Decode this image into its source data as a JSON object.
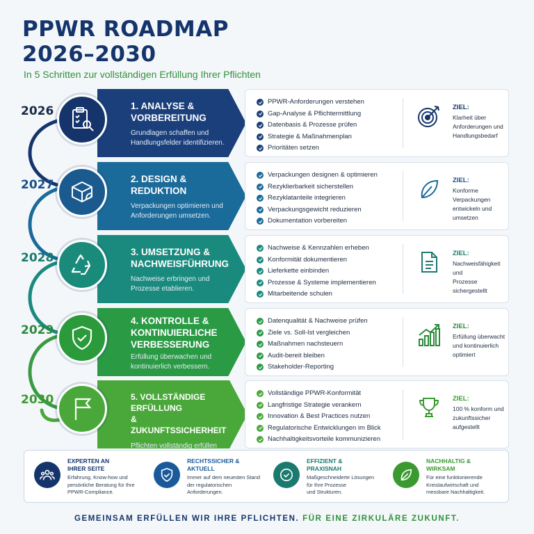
{
  "header": {
    "title_line1": "PPWR ROADMAP",
    "title_line2": "2026–2030",
    "subtitle": "In 5 Schritten zur vollständigen Erfüllung Ihrer Pflichten"
  },
  "steps": [
    {
      "year": "2026",
      "title": "1. ANALYSE &\nVORBEREITUNG",
      "desc": "Grundlagen schaffen und\nHandlungsfelder identifizieren.",
      "items": [
        "PPWR-Anforderungen verstehen",
        "Gap-Analyse & Pflichtermittlung",
        "Datenbasis & Prozesse prüfen",
        "Strategie & Maßnahmenplan",
        "Prioritäten setzen"
      ],
      "goal_label": "ZIEL:",
      "goal_text": "Klarheit über\nAnforderungen und\nHandlungsbedarf",
      "icon": "clipboard-search-icon",
      "goal_icon": "target-icon",
      "color": "#1a3f7a",
      "year_color": "#14346b"
    },
    {
      "year": "2027",
      "title": "2. DESIGN &\nREDUKTION",
      "desc": "Verpackungen optimieren und\nAnforderungen umsetzen.",
      "items": [
        "Verpackungen designen & optimieren",
        "Rezyklierbarkeit sicherstellen",
        "Rezyklatanteile integrieren",
        "Verpackungsgewicht reduzieren",
        "Dokumentation vorbereiten"
      ],
      "goal_label": "ZIEL:",
      "goal_text": "Konforme Verpackungen\nentwickeln und\numsetzen",
      "icon": "box-leaf-icon",
      "goal_icon": "leaf-icon",
      "color": "#1a6a9a",
      "year_color": "#1a4f8a"
    },
    {
      "year": "2028",
      "title": "3. UMSETZUNG &\nNACHWEISFÜHRUNG",
      "desc": "Nachweise erbringen und\nProzesse etablieren.",
      "items": [
        "Nachweise & Kennzahlen erheben",
        "Konformität dokumentieren",
        "Lieferkette einbinden",
        "Prozesse & Systeme implementieren",
        "Mitarbeitende schulen"
      ],
      "goal_label": "ZIEL:",
      "goal_text": "Nachweisfähigkeit und\nProzesse\nsichergestellt",
      "icon": "recycle-icon",
      "goal_icon": "document-icon",
      "color": "#1a8a7e",
      "year_color": "#1a7a6e"
    },
    {
      "year": "2029",
      "title": "4. KONTROLLE &\nKONTINUIERLICHE\nVERBESSERUNG",
      "desc": "Erfüllung überwachen und\nkontinuierlich verbessern.",
      "items": [
        "Datenqualität & Nachweise prüfen",
        "Ziele vs. Soll-Ist vergleichen",
        "Maßnahmen nachsteuern",
        "Audit-bereit bleiben",
        "Stakeholder-Reporting"
      ],
      "goal_label": "ZIEL:",
      "goal_text": "Erfüllung überwacht\nund kontinuierlich\noptimiert",
      "icon": "shield-check-icon",
      "goal_icon": "growth-chart-icon",
      "color": "#2a9a44",
      "year_color": "#2a8a3a"
    },
    {
      "year": "2030",
      "title": "5. VOLLSTÄNDIGE ERFÜLLUNG\n& ZUKUNFTSSICHERHEIT",
      "desc": "Pflichten vollständig erfüllen und\nkünftige Anforderungen antizipieren.",
      "items": [
        "Vollständige PPWR-Konformität",
        "Langfristige Strategie verankern",
        "Innovation & Best Practices nutzen",
        "Regulatorische Entwicklungen im Blick",
        "Nachhaltigkeitsvorteile kommunizieren"
      ],
      "goal_label": "ZIEL:",
      "goal_text": "100 % konform und\nzukunftssicher\naufgestellt",
      "icon": "flag-icon",
      "goal_icon": "trophy-icon",
      "color": "#4aa83a",
      "year_color": "#3a9a30"
    }
  ],
  "features": [
    {
      "title": "EXPERTEN AN\nIHRER SEITE",
      "text": "Erfahrung, Know-how und\npersönliche Beratung für Ihre\nPPWR-Compliance.",
      "icon": "team-icon",
      "color": "#14346b"
    },
    {
      "title": "RECHTSSICHER &\nAKTUELL",
      "text": "Immer auf dem neuesten Stand\nder regulatorischen\nAnforderungen.",
      "icon": "shield-check-icon",
      "color": "#1a5a9a"
    },
    {
      "title": "EFFIZIENT &\nPRAXISNAH",
      "text": "Maßgeschneiderte Lösungen\nfür Ihre Prozesse\nund Strukturen.",
      "icon": "check-circle-icon",
      "color": "#1a7a6e"
    },
    {
      "title": "NACHHALTIG &\nWIRKSAM",
      "text": "Für eine funktionierende\nKreislaufwirtschaft und\nmessbare Nachhaltigkeit.",
      "icon": "leaf-icon",
      "color": "#3a9a30"
    }
  ],
  "slogan": {
    "part1": "GEMEINSAM ERFÜLLEN WIR IHRE PFLICHTEN.",
    "part2": " FÜR EINE ZIRKULÄRE ZUKUNFT."
  }
}
